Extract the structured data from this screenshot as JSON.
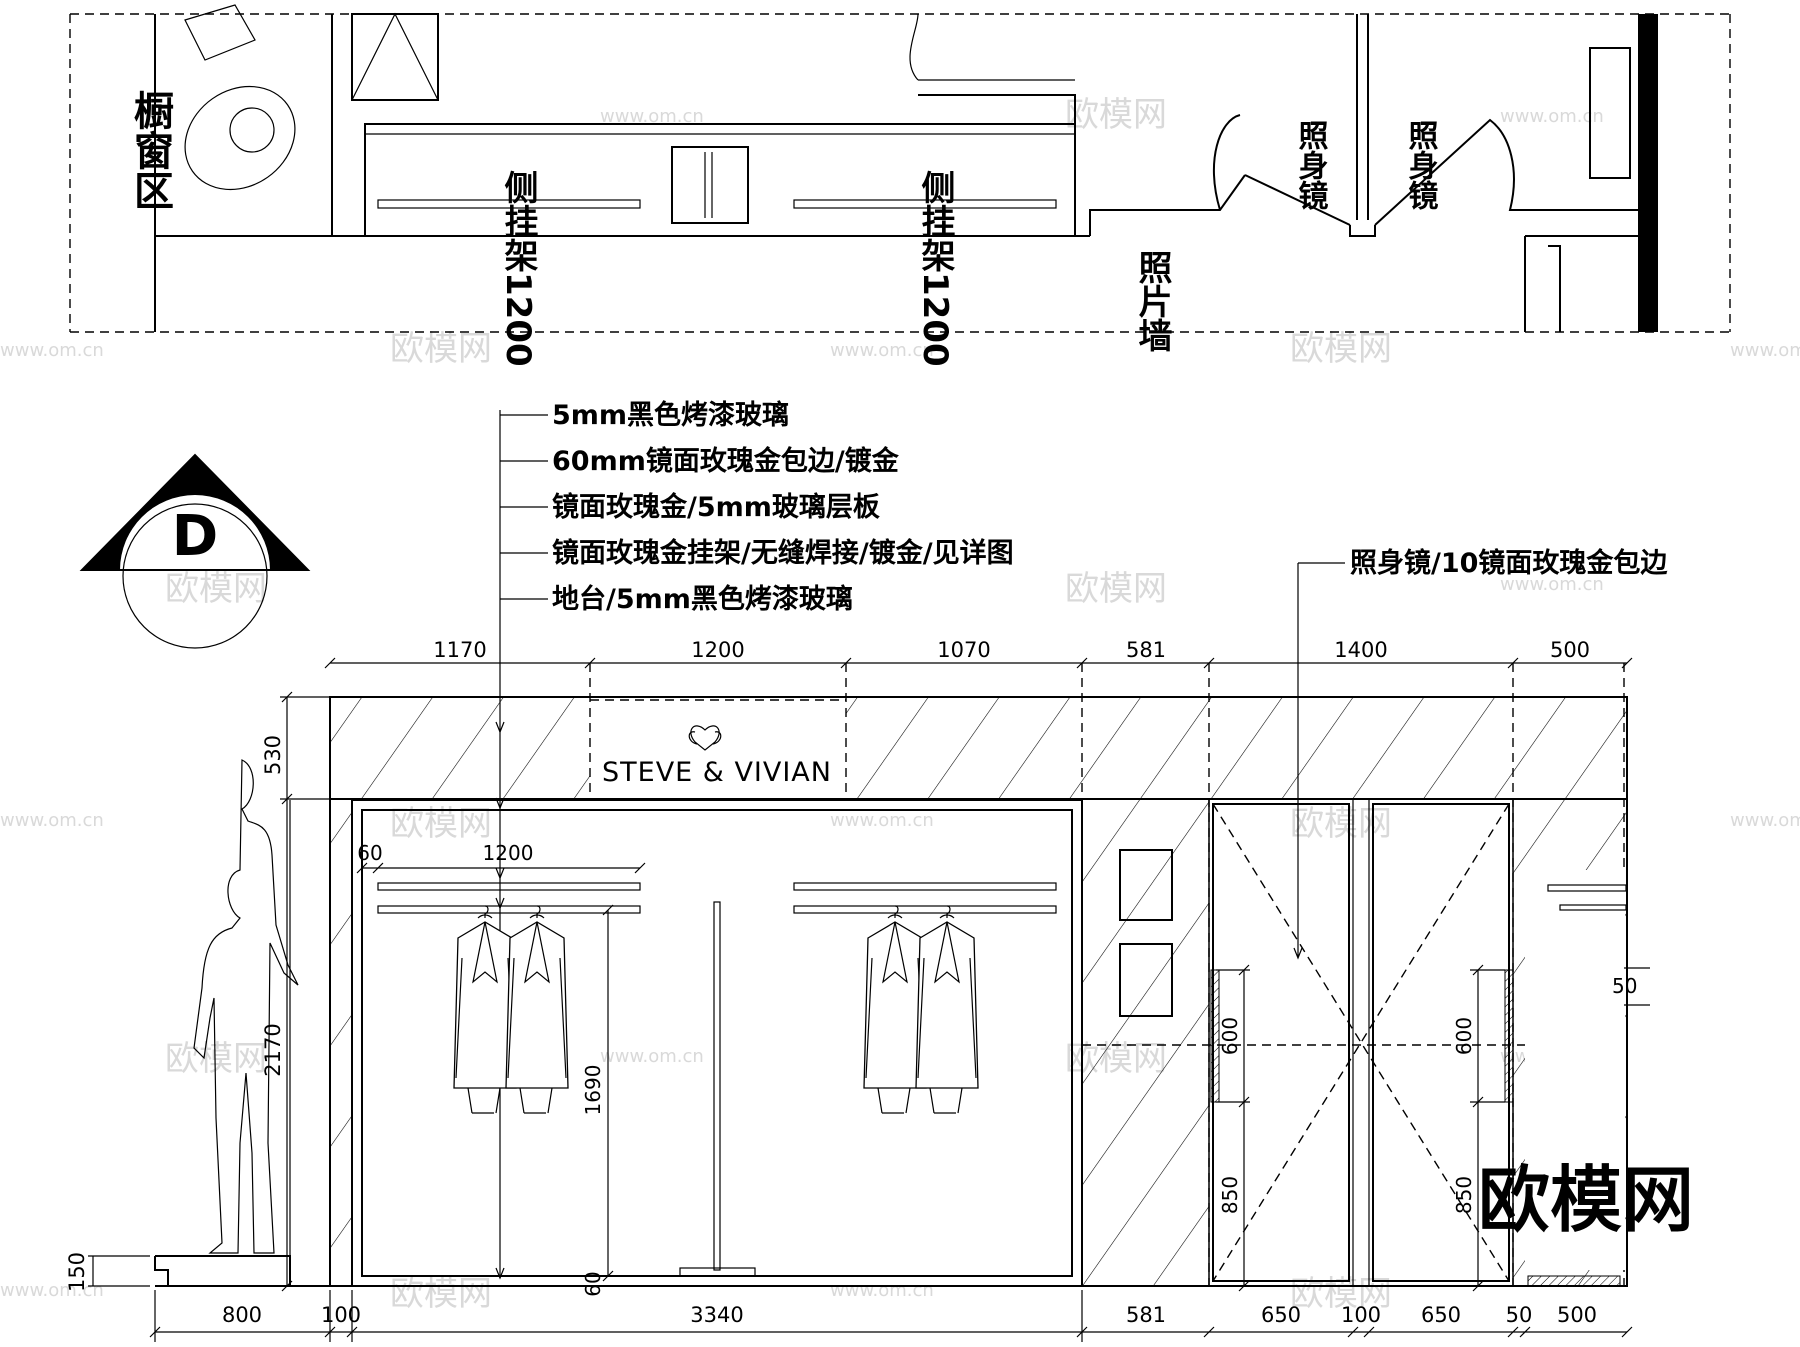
{
  "plan": {
    "window_area_label": "橱窗区",
    "side_rack_1": "侧挂架1200",
    "side_rack_2": "侧挂架1200",
    "photo_wall": "照片墙",
    "mirror_left": "照身镜",
    "mirror_right": "照身镜"
  },
  "section_marker": {
    "letter": "D"
  },
  "callouts": [
    "5mm黑色烤漆玻璃",
    "60mm镜面玫瑰金包边/镀金",
    "镜面玫瑰金/5mm玻璃层板",
    "镜面玫瑰金挂架/无缝焊接/镀金/见详图",
    "地台/5mm黑色烤漆玻璃"
  ],
  "mirror_callout": "照身镜/10镜面玫瑰金包边",
  "top_dimensions": [
    "1170",
    "1200",
    "1070",
    "581",
    "1400",
    "500"
  ],
  "bottom_dimensions": [
    "800",
    "100",
    "3340",
    "581",
    "650",
    "100",
    "650",
    "50",
    "500"
  ],
  "left_dimensions": {
    "header": "530",
    "height": "2170",
    "platform": "150"
  },
  "inner_dimensions": {
    "margin": "60",
    "rack_width": "1200",
    "rack_height": "1690",
    "bottom": "60",
    "handle_left": "600",
    "base_left": "850",
    "handle_right": "600",
    "base_right": "850",
    "shelf_gap": "50"
  },
  "brand": {
    "logo_text": "STEVE & VIVIAN"
  },
  "watermark": {
    "main": "欧模网",
    "small": "www.om.cn"
  }
}
